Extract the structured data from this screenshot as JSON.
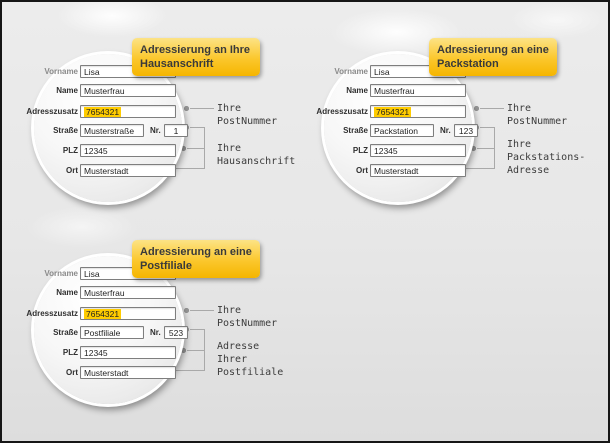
{
  "form_labels": {
    "vorname": "Vorname",
    "name": "Name",
    "adresszusatz": "Adresszusatz",
    "strasse": "Straße",
    "nr": "Nr.",
    "plz": "PLZ",
    "ort": "Ort"
  },
  "colors": {
    "highlight_yellow": "#FFCC00",
    "header_yellow_top": "#FCE386",
    "header_yellow_bottom": "#F5B500"
  },
  "panels": [
    {
      "header": "Adressierung an Ihre Hausanschrift",
      "fields": {
        "vorname": "Lisa",
        "name": "Musterfrau",
        "adresszusatz": "7654321",
        "strasse": "Musterstraße",
        "nr": "1",
        "plz": "12345",
        "ort": "Musterstadt"
      },
      "annotations": {
        "postnummer": "Ihre PostNummer",
        "address": "Ihre Hausanschrift"
      }
    },
    {
      "header": "Adressierung an eine Packstation",
      "fields": {
        "vorname": "Lisa",
        "name": "Musterfrau",
        "adresszusatz": "7654321",
        "strasse": "Packstation",
        "nr": "123",
        "plz": "12345",
        "ort": "Musterstadt"
      },
      "annotations": {
        "postnummer": "Ihre PostNummer",
        "address": "Ihre Packstations-\nAdresse"
      }
    },
    {
      "header": "Adressierung an eine Postfiliale",
      "fields": {
        "vorname": "Lisa",
        "name": "Musterfrau",
        "adresszusatz": "7654321",
        "strasse": "Postfiliale",
        "nr": "523",
        "plz": "12345",
        "ort": "Musterstadt"
      },
      "annotations": {
        "postnummer": "Ihre PostNummer",
        "address": "Adresse\nIhrer Postfiliale"
      }
    }
  ]
}
